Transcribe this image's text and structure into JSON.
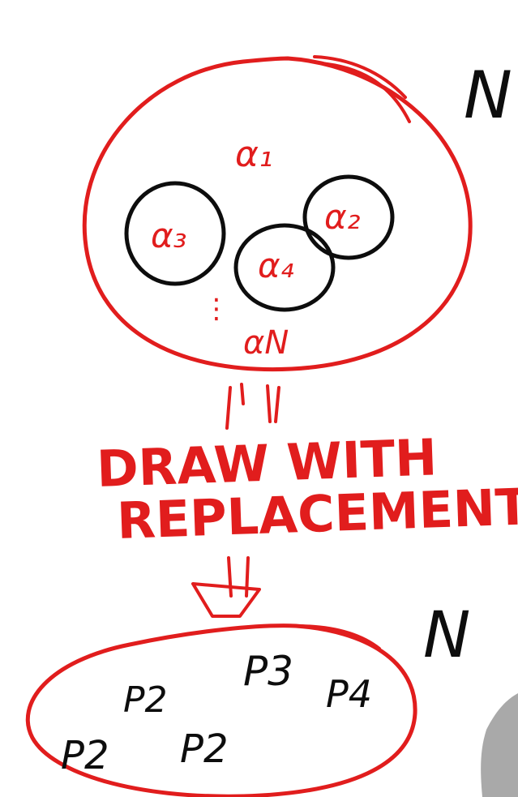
{
  "colors": {
    "red": "#e11d1d",
    "black": "#0d0d0d",
    "background": "#ffffff"
  },
  "population": {
    "size_label": "N",
    "items": {
      "a1": "α₁",
      "a3": "α₃",
      "a4": "α₄",
      "a2": "α₂",
      "ellipsis": "⋮",
      "aN": "αN"
    }
  },
  "process": {
    "line1": "DRAW WITH",
    "line2": "REPLACEMENT"
  },
  "sample": {
    "size_label": "N",
    "items": [
      "P2",
      "P2",
      "P3",
      "P4",
      "P2"
    ]
  }
}
